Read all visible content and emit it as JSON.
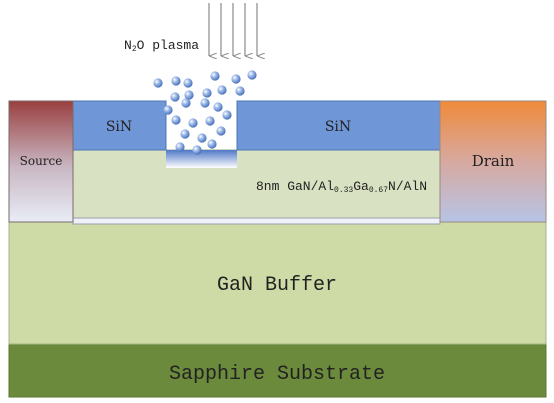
{
  "plasma": {
    "label_prefix": "N",
    "label_sub": "2",
    "label_suffix": "O plasma"
  },
  "layers": {
    "sin_left": "SiN",
    "sin_right": "SiN",
    "source": "Source",
    "drain": "Drain",
    "barrier": {
      "prefix": "8nm GaN/Al",
      "al_sub": "0.33",
      "ga": "Ga",
      "ga_sub": "0.67",
      "suffix": "N/AlN"
    },
    "buffer": "GaN Buffer",
    "substrate": "Sapphire Substrate"
  },
  "colors": {
    "sin": "#6f96d6",
    "barrier": "#d8e2c2",
    "buffer": "#cedba6",
    "substrate": "#6b8a3c",
    "source_top": "#9a4040",
    "drain_top": "#f08a3a",
    "contact_bottom": "#c8d2ea",
    "bubble": "#5f89cc"
  }
}
